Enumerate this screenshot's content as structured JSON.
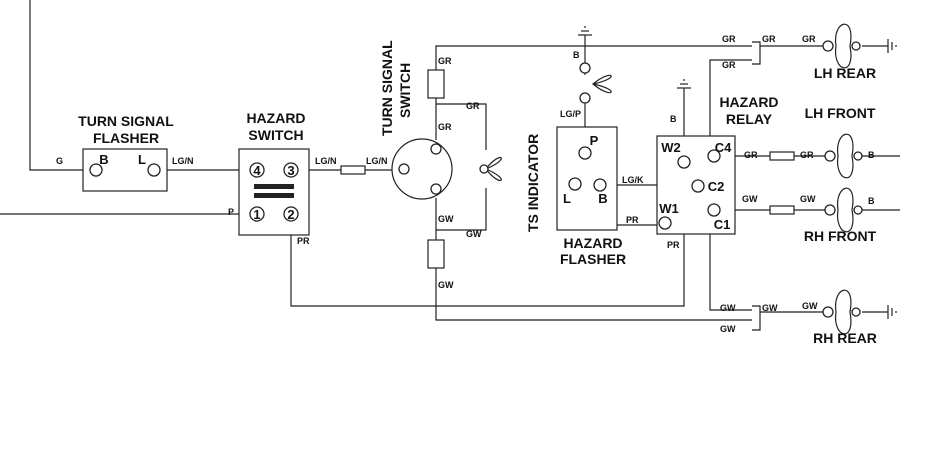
{
  "labels": {
    "turn_signal_flasher_1": "TURN SIGNAL",
    "turn_signal_flasher_2": "FLASHER",
    "hazard_switch_1": "HAZARD",
    "hazard_switch_2": "SWITCH",
    "turn_signal_switch_1": "TURN SIGNAL",
    "turn_signal_switch_2": "SWITCH",
    "ts_indicator": "TS INDICATOR",
    "hazard_flasher_1": "HAZARD",
    "hazard_flasher_2": "FLASHER",
    "hazard_relay_1": "HAZARD",
    "hazard_relay_2": "RELAY",
    "lh_rear": "LH REAR",
    "lh_front": "LH FRONT",
    "rh_front": "RH FRONT",
    "rh_rear": "RH REAR"
  },
  "terminals": {
    "flasher_b": "B",
    "flasher_l": "L",
    "hazsw_4": "4",
    "hazsw_3": "3",
    "hazsw_1": "1",
    "hazsw_2": "2",
    "hf_p": "P",
    "hf_l": "L",
    "hf_b": "B",
    "relay_w2": "W2",
    "relay_c4": "C4",
    "relay_c2": "C2",
    "relay_w1": "W1",
    "relay_c1": "C1"
  },
  "wire_codes": {
    "g": "G",
    "lgn_1": "LG/N",
    "lgn_2": "LG/N",
    "lgn_3": "LG/N",
    "p": "P",
    "pr_1": "PR",
    "pr_2": "PR",
    "pr_3": "PR",
    "gr_1": "GR",
    "gr_2": "GR",
    "gr_3": "GR",
    "gr_4": "GR",
    "gr_5": "GR",
    "gr_6": "GR",
    "gr_7": "GR",
    "gr_8": "GR",
    "gw_1": "GW",
    "gw_2": "GW",
    "gw_3": "GW",
    "gw_4": "GW",
    "gw_5": "GW",
    "gw_6": "GW",
    "gw_7": "GW",
    "gw_8": "GW",
    "b_top": "B",
    "b_relay": "B",
    "b_lhfront": "B",
    "b_rhfront": "B",
    "lgp": "LG/P",
    "lgk": "LG/K"
  }
}
